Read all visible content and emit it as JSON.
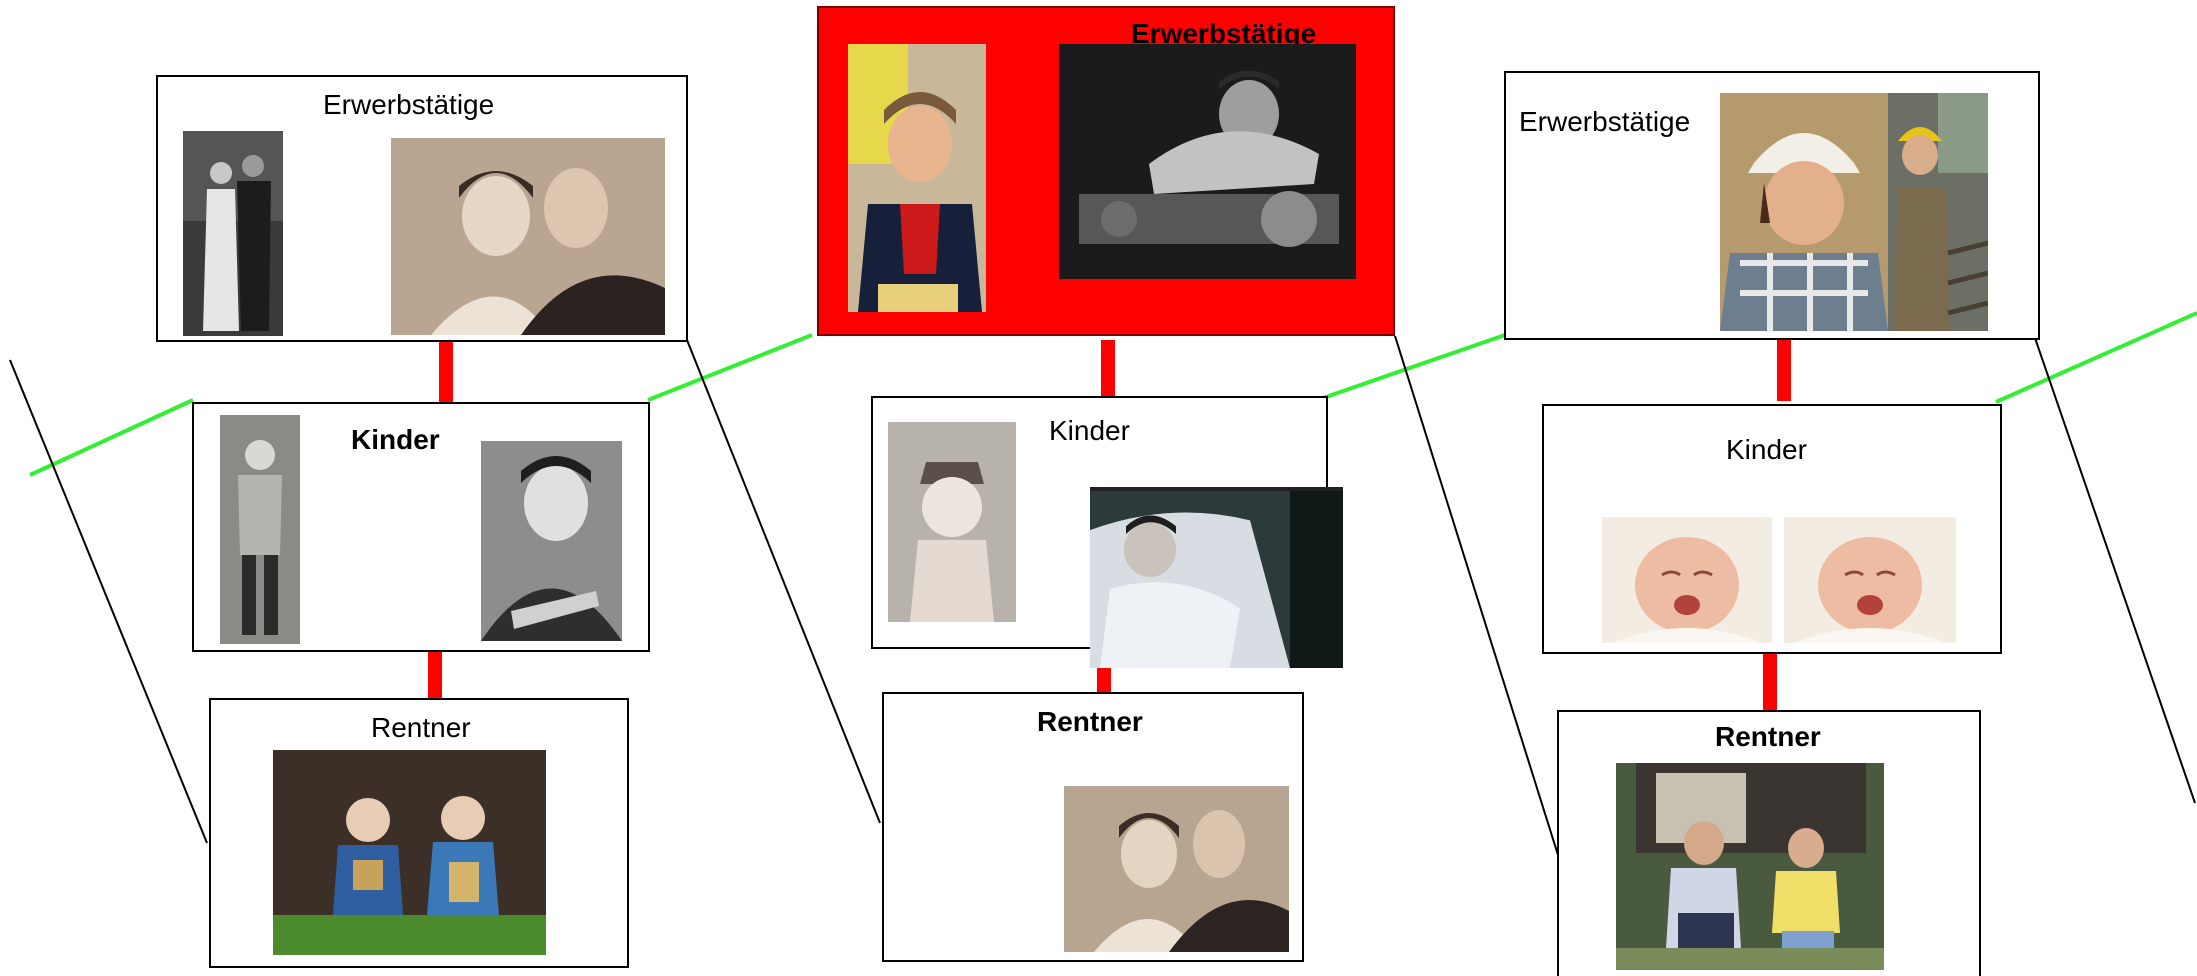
{
  "generations": [
    {
      "erwerb": {
        "label": "Erwerbstätige",
        "photos": [
          "couple-standing-photo",
          "couple-portrait-photo"
        ]
      },
      "kinder": {
        "label": "Kinder",
        "photos": [
          "boy-photo",
          "smiling-woman-photo"
        ]
      },
      "rentner": {
        "label": "Rentner",
        "photos": [
          "garden-gnomes-photo"
        ]
      }
    },
    {
      "erwerb": {
        "label": "Erwerbstätige",
        "photos": [
          "woman-office-photo",
          "machinist-photo"
        ]
      },
      "kinder": {
        "label": "Kinder",
        "photos": [
          "toddler-photo",
          "woman-in-bed-photo"
        ]
      },
      "rentner": {
        "label": "Rentner",
        "photos": [
          "couple-portrait-photo"
        ]
      }
    },
    {
      "erwerb": {
        "label": "Erwerbstätige",
        "photos": [
          "woman-hardhat-photo",
          "young-worker-photo"
        ]
      },
      "kinder": {
        "label": "Kinder",
        "photos": [
          "crying-baby-photo",
          "crying-baby-photo"
        ]
      },
      "rentner": {
        "label": "Rentner",
        "photos": [
          "elderly-couple-photo"
        ]
      }
    }
  ],
  "colors": {
    "highlight": "#ff0000",
    "connector": "#ff0000",
    "timeline": "#33ee33",
    "divider": "#000000"
  }
}
